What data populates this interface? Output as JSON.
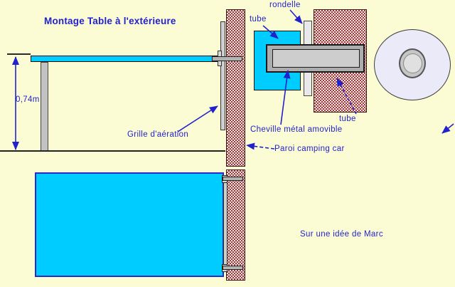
{
  "title": "Montage Table à l'extérieure",
  "dimension_label": "0,74m",
  "labels": {
    "grille": "Grille d'aération",
    "rondelle": "rondelle",
    "tube_upper": "tube",
    "tube_lower": "tube",
    "cheville": "Cheville métal amovible",
    "paroi": "Paroi camping car"
  },
  "credit": "Sur une idée de Marc",
  "colors": {
    "background": "#FCFCD4",
    "text_and_arrows": "#2222CC",
    "table_fill": "#00CCFF",
    "table_plan_border": "#2A2AC8",
    "wall_dark": "#9C3B3B",
    "wall_light": "#F3E3E3",
    "metal_gray": "#ADADAD",
    "metal_light_gray": "#CDCDCD",
    "washer_gray": "#E9E9EC",
    "end_view_fill": "#EAEAF8"
  }
}
